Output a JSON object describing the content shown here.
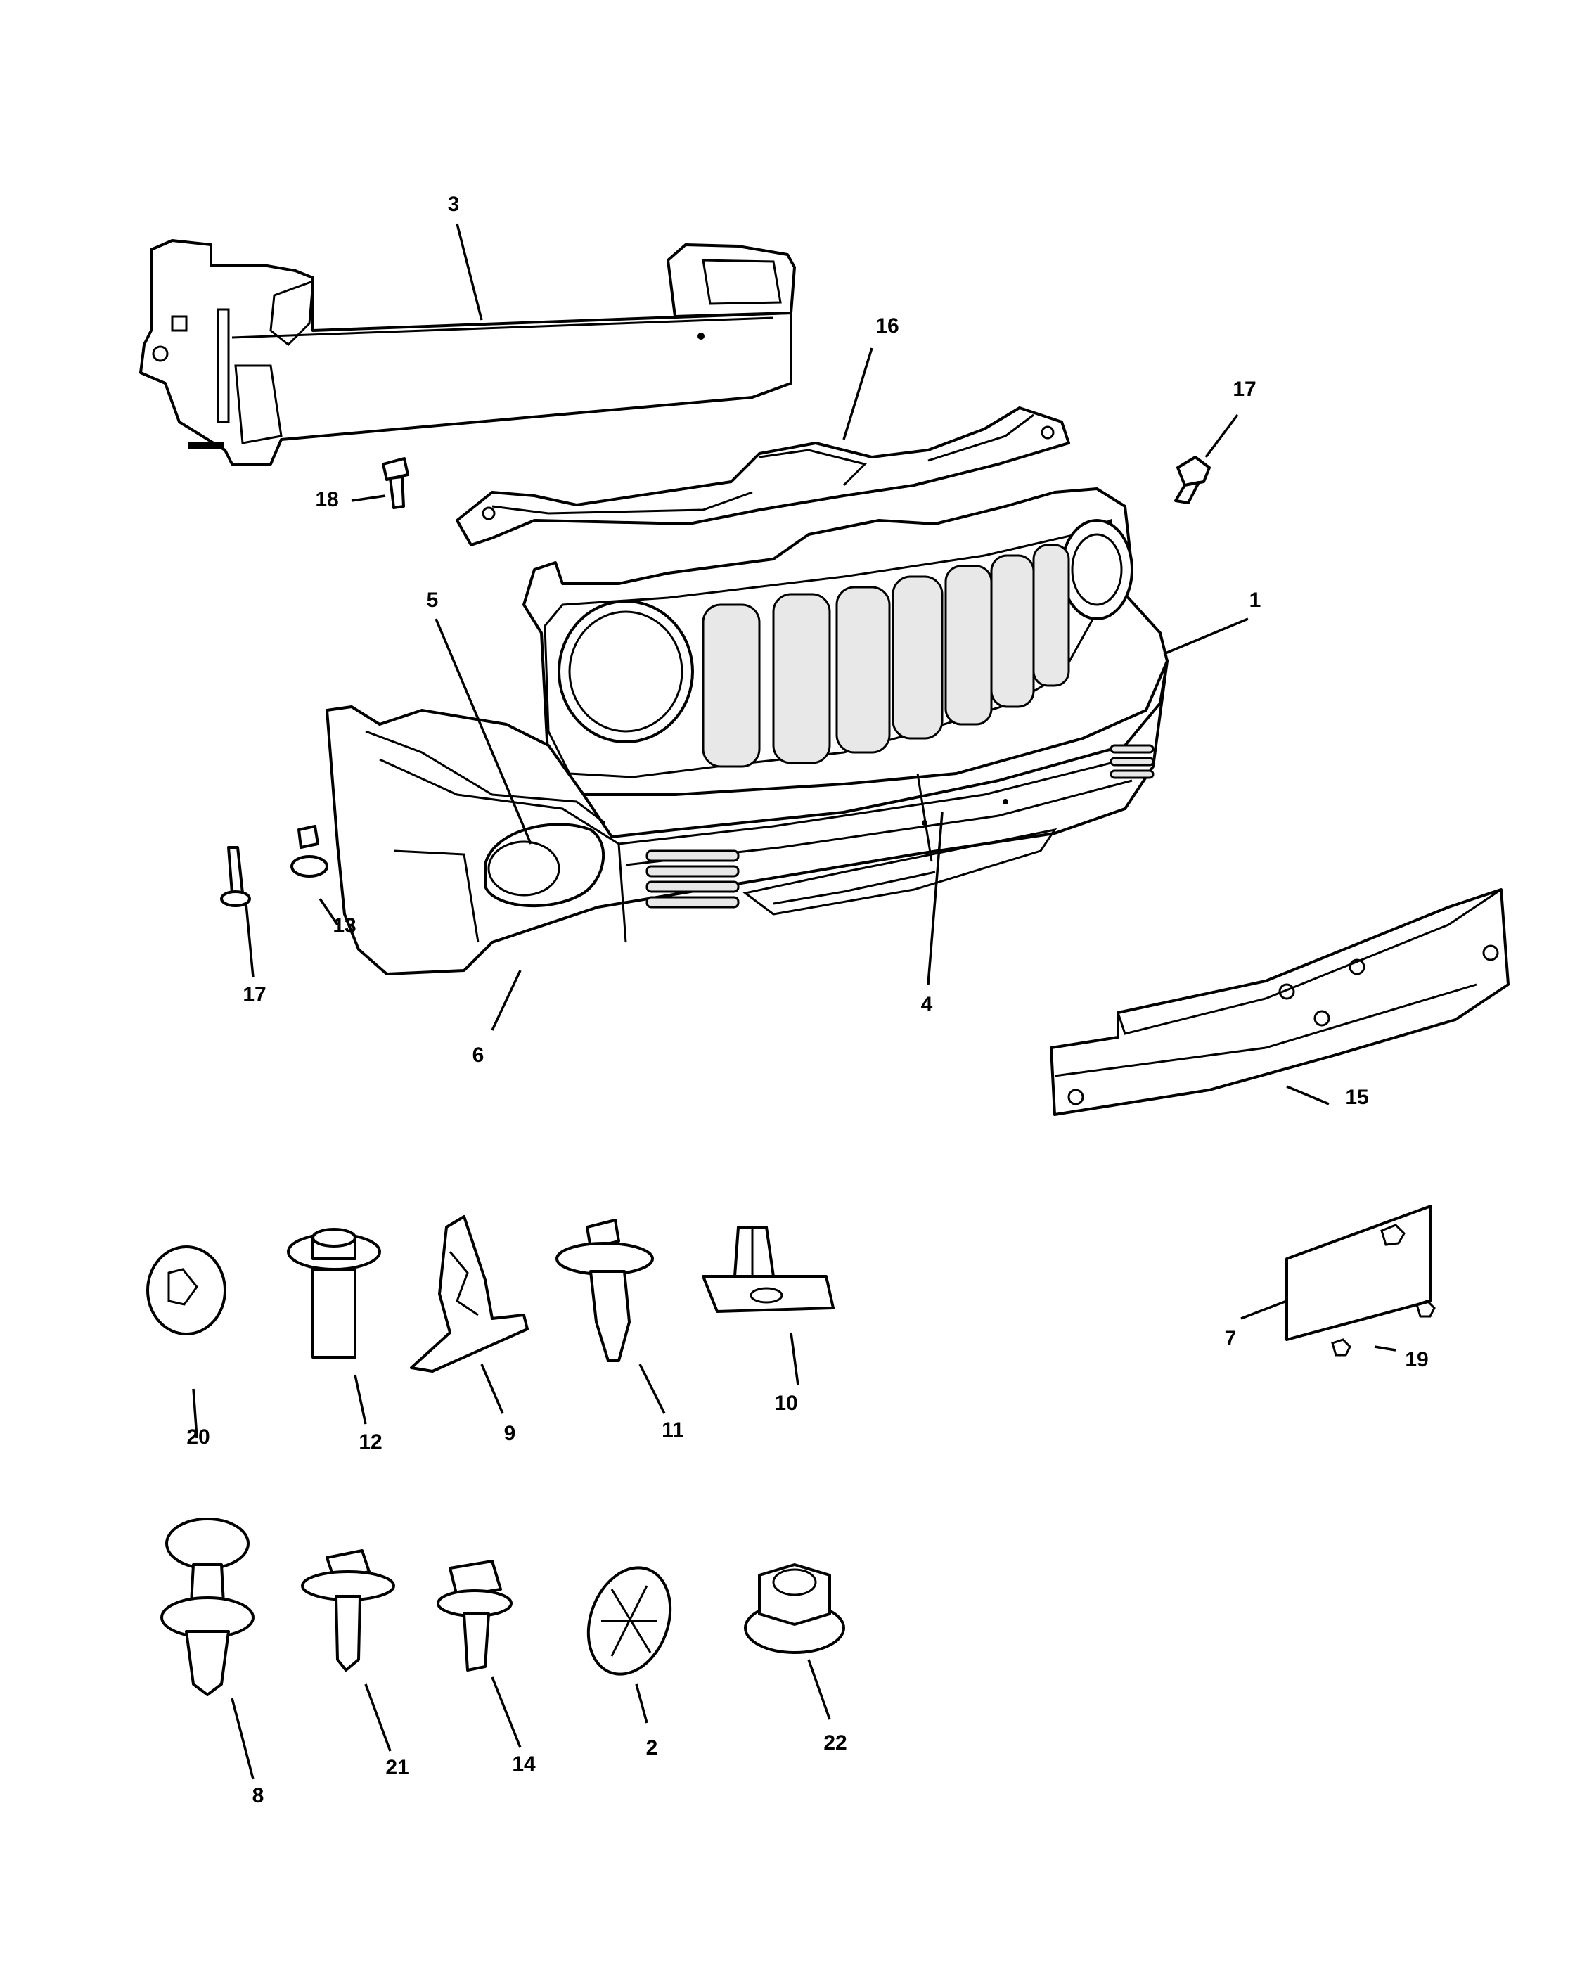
{
  "callouts": {
    "c1": "1",
    "c2": "2",
    "c3": "3",
    "c4": "4",
    "c5": "5",
    "c6": "6",
    "c7": "7",
    "c8": "8",
    "c9": "9",
    "c10": "10",
    "c11": "11",
    "c12": "12",
    "c13": "13",
    "c14": "14",
    "c15": "15",
    "c16": "16",
    "c17a": "17",
    "c17b": "17",
    "c18": "18",
    "c19": "19",
    "c20": "20",
    "c21": "21",
    "c22": "22"
  }
}
